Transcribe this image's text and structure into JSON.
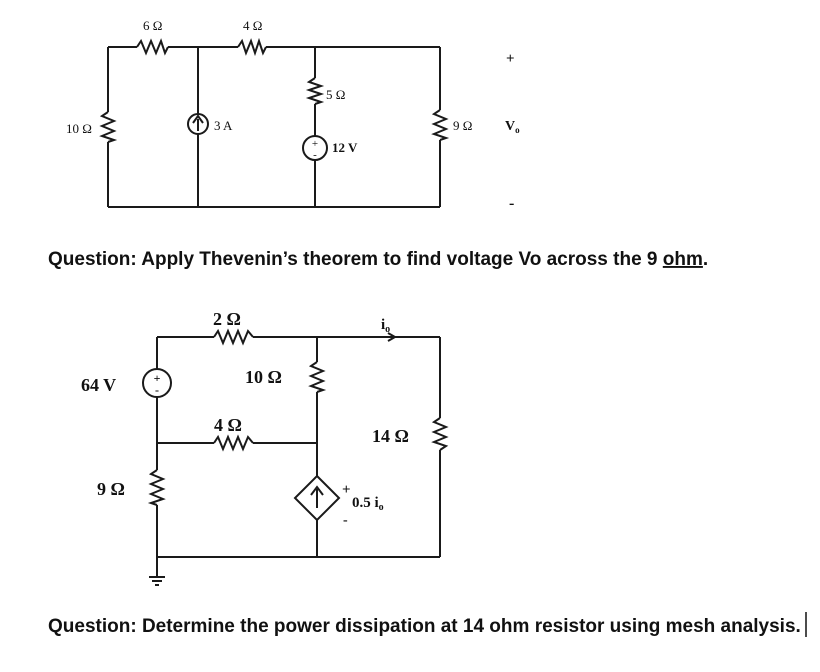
{
  "circuit1": {
    "r_6": "6 Ω",
    "r_4": "4 Ω",
    "r_10": "10 Ω",
    "r_5": "5 Ω",
    "r_9": "9 Ω",
    "current_source": "3 A",
    "voltage_source": "12 V",
    "vo_label": "V",
    "vo_sub": "o",
    "plus": "+",
    "minus": "-"
  },
  "question1": {
    "prefix": "Question: Apply Thevenin’s theorem to find voltage Vo across the 9 ",
    "ohm": "ohm",
    "suffix": "."
  },
  "circuit2": {
    "r_2": "2 Ω",
    "r_10": "10 Ω",
    "r_4": "4 Ω",
    "r_9": "9 Ω",
    "r_14": "14 Ω",
    "voltage_source": "64 V",
    "dep_source": "0.5 i",
    "dep_sub": "o",
    "io_label": "i",
    "io_sub": "o",
    "plus": "+",
    "minus": "-"
  },
  "question2": {
    "text": "Question: Determine the power dissipation at 14 ohm resistor using mesh analysis."
  }
}
